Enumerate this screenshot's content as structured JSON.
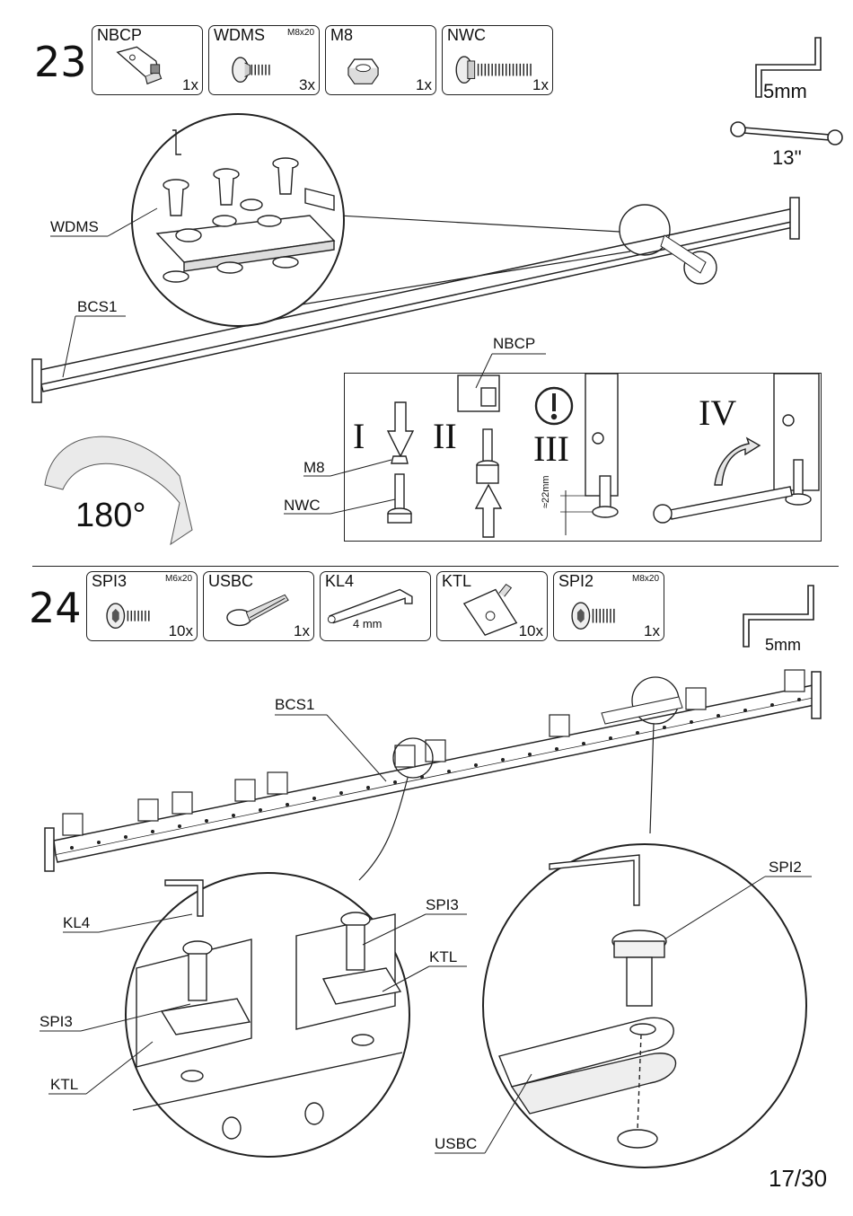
{
  "steps": [
    {
      "number": "23",
      "parts": [
        {
          "code": "NBCP",
          "spec": "",
          "qty": "1x"
        },
        {
          "code": "WDMS",
          "spec": "M8x20",
          "qty": "3x"
        },
        {
          "code": "M8",
          "spec": "",
          "qty": "1x"
        },
        {
          "code": "NWC",
          "spec": "",
          "qty": "1x"
        }
      ],
      "tools": {
        "allen_key": "5mm",
        "wrench": "13''"
      },
      "labels": {
        "wdms": "WDMS",
        "bcs1": "BCS1",
        "nbcp": "NBCP",
        "m8": "M8",
        "nwc": "NWC",
        "rotation": "180°"
      },
      "detail_steps": [
        "I",
        "II",
        "III",
        "IV"
      ],
      "dimension": "≈22mm"
    },
    {
      "number": "24",
      "parts": [
        {
          "code": "SPI3",
          "spec": "M6x20",
          "qty": "10x"
        },
        {
          "code": "USBC",
          "spec": "",
          "qty": "1x"
        },
        {
          "code": "KL4",
          "spec": "4 mm",
          "qty": ""
        },
        {
          "code": "KTL",
          "spec": "",
          "qty": "10x"
        },
        {
          "code": "SPI2",
          "spec": "M8x20",
          "qty": "1x"
        }
      ],
      "tools": {
        "allen_key": "5mm"
      },
      "labels": {
        "bcs1": "BCS1",
        "kl4": "KL4",
        "spi3_right": "SPI3",
        "ktl_right": "KTL",
        "spi3_left": "SPI3",
        "ktl_left": "KTL",
        "spi2": "SPI2",
        "usbc": "USBC"
      }
    }
  ],
  "page_number": "17/30"
}
